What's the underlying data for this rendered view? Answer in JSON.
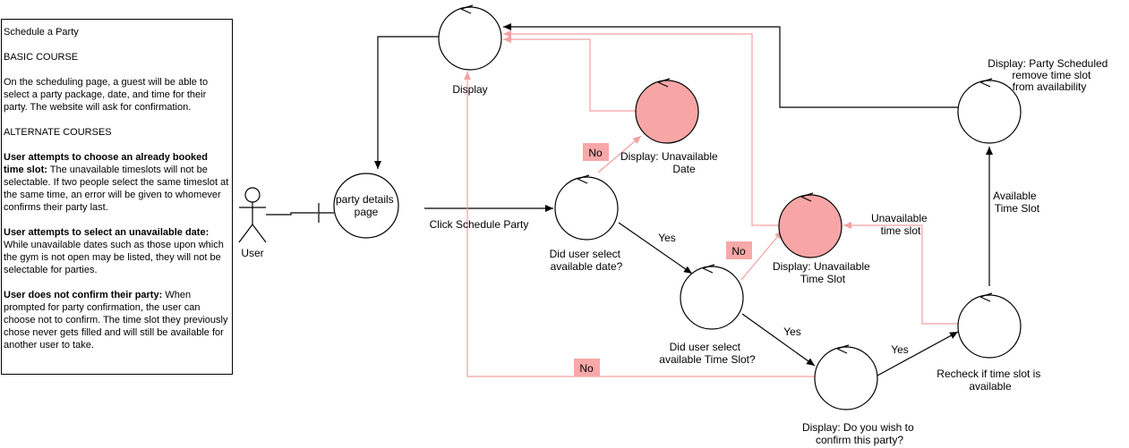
{
  "description": {
    "title": "Schedule a Party",
    "basic_heading": "BASIC COURSE",
    "basic_text": "On the scheduling page, a guest will be able to select a party package, date, and time for their party. The website will ask for confirmation.",
    "alternate_heading": "ALTERNATE COURSES",
    "alt1_bold": "User attempts to choose an already booked time slot:",
    "alt1_text": " The unavailable timeslots will not be selectable. If two people select the same timeslot at the same time, an error will be given to whomever confirms their party last.",
    "alt2_bold": "User attempts to select an unavailable date:",
    "alt2_text": " While unavailable dates such as those upon which the gym is not open may be listed, they will not be selectable for parties.",
    "alt3_bold": "User does not confirm their party:",
    "alt3_text": " When prompted for party confirmation, the user can choose not to confirm. The time slot they previously chose never gets filled and will still be available for another user to take."
  },
  "nodes": {
    "user": "User",
    "party_details": [
      "party details",
      "page"
    ],
    "display": "Display",
    "did_date": [
      "Did user select",
      "available date?"
    ],
    "unavail_date": [
      "Display: Unavailable",
      "Date"
    ],
    "did_slot": [
      "Did user select",
      "available Time Slot?"
    ],
    "unavail_slot": [
      "Display: Unavailable",
      "Time Slot"
    ],
    "confirm": [
      "Display: Do you wish to",
      "confirm this party?"
    ],
    "recheck": [
      "Recheck if time slot is",
      "available"
    ],
    "scheduled": [
      "Display: Party Scheduled",
      "remove time slot",
      "from availability"
    ]
  },
  "edges": {
    "click_schedule": "Click Schedule Party",
    "yes1": "Yes",
    "yes2": "Yes",
    "yes3": "Yes",
    "no_date": "No",
    "no_slot": "No",
    "no_confirm": "No",
    "unavailable_slot": [
      "Unavailable",
      "time slot"
    ],
    "available_slot": [
      "Available",
      "Time  Slot"
    ]
  },
  "colors": {
    "error_fill": "#f8a5a5",
    "error_line": "#f4a0a0",
    "no_badge": "#f7a8a8"
  }
}
